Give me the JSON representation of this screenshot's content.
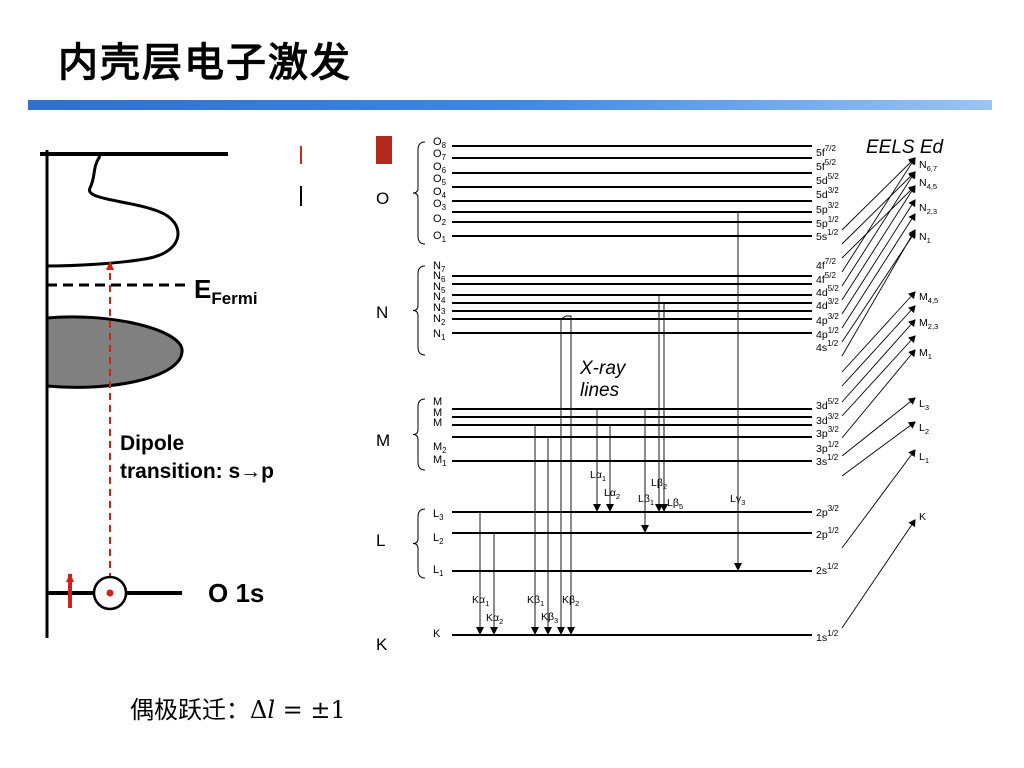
{
  "title": "内壳层电子激发",
  "left_panel": {
    "fermi_label_main": "E",
    "fermi_label_sub": "Fermi",
    "dipole_line1": "Dipole",
    "dipole_line2": "transition: s→p",
    "core_level_label": "O 1s",
    "colors": {
      "dashed_arrow": "#d0221c",
      "filled_band": "#808080",
      "spin_arrow": "#d0221c"
    }
  },
  "right_panel": {
    "xray_line1": "X-ray",
    "xray_line2": "lines",
    "eels_label": "EELS Ed",
    "shells": [
      {
        "name": "O",
        "levels": [
          {
            "sub": "O",
            "idx": "8",
            "orbital": "5f",
            "j": "7/2"
          },
          {
            "sub": "O",
            "idx": "7",
            "orbital": "5f",
            "j": "5/2"
          },
          {
            "sub": "O",
            "idx": "6",
            "orbital": "5d",
            "j": "5/2"
          },
          {
            "sub": "O",
            "idx": "5",
            "orbital": "5d",
            "j": "3/2"
          },
          {
            "sub": "O",
            "idx": "4",
            "orbital": "5p",
            "j": "3/2"
          },
          {
            "sub": "O",
            "idx": "3",
            "orbital": "5p",
            "j": "1/2"
          },
          {
            "sub": "O",
            "idx": "2",
            "orbital": "5s",
            "j": "1/2"
          },
          {
            "sub": "O",
            "idx": "1",
            "orbital": "",
            "j": ""
          }
        ]
      },
      {
        "name": "N",
        "levels": [
          {
            "sub": "N",
            "idx": "7",
            "orbital": "4f",
            "j": "7/2"
          },
          {
            "sub": "N",
            "idx": "6",
            "orbital": "4f",
            "j": "5/2"
          },
          {
            "sub": "N",
            "idx": "5",
            "orbital": "4d",
            "j": "5/2"
          },
          {
            "sub": "N",
            "idx": "4",
            "orbital": "4d",
            "j": "3/2"
          },
          {
            "sub": "N",
            "idx": "3",
            "orbital": "4p",
            "j": "3/2"
          },
          {
            "sub": "N",
            "idx": "2",
            "orbital": "4p",
            "j": "1/2"
          },
          {
            "sub": "N",
            "idx": "1",
            "orbital": "4s",
            "j": "1/2"
          }
        ]
      },
      {
        "name": "M",
        "levels": [
          {
            "sub": "M",
            "idx": "",
            "orbital": "3d",
            "j": "5/2"
          },
          {
            "sub": "M",
            "idx": "",
            "orbital": "3d",
            "j": "3/2"
          },
          {
            "sub": "M",
            "idx": "",
            "orbital": "3p",
            "j": "3/2"
          },
          {
            "sub": "M",
            "idx": "2",
            "orbital": "3p",
            "j": "1/2"
          },
          {
            "sub": "M",
            "idx": "1",
            "orbital": "3s",
            "j": "1/2"
          }
        ]
      },
      {
        "name": "L",
        "levels": [
          {
            "sub": "L",
            "idx": "3",
            "orbital": "2p",
            "j": "3/2"
          },
          {
            "sub": "L",
            "idx": "2",
            "orbital": "2p",
            "j": "1/2"
          },
          {
            "sub": "L",
            "idx": "1",
            "orbital": "2s",
            "j": "1/2"
          }
        ]
      },
      {
        "name": "K",
        "levels": [
          {
            "sub": "K",
            "idx": "",
            "orbital": "1s",
            "j": "1/2"
          }
        ]
      }
    ],
    "xray_lines": [
      {
        "base": "Kα",
        "idx": "1"
      },
      {
        "base": "Kα",
        "idx": "2"
      },
      {
        "base": "Kβ",
        "idx": "1"
      },
      {
        "base": "Kβ",
        "idx": "3"
      },
      {
        "base": "Kβ",
        "idx": "2"
      },
      {
        "base": "Lα",
        "idx": "1"
      },
      {
        "base": "Lα",
        "idx": "2"
      },
      {
        "base": "Lβ",
        "idx": "1"
      },
      {
        "base": "Lβ",
        "idx": "2"
      },
      {
        "base": "Lβ",
        "idx": "5"
      },
      {
        "base": "Lγ",
        "idx": "3"
      }
    ],
    "eels_edges": [
      {
        "base": "N",
        "idx": "6,7"
      },
      {
        "base": "N",
        "idx": "4,5"
      },
      {
        "base": "N",
        "idx": "2,3"
      },
      {
        "base": "N",
        "idx": "1"
      },
      {
        "base": "M",
        "idx": "4,5"
      },
      {
        "base": "M",
        "idx": "2,3"
      },
      {
        "base": "M",
        "idx": "1"
      },
      {
        "base": "L",
        "idx": "3"
      },
      {
        "base": "L",
        "idx": "2"
      },
      {
        "base": "L",
        "idx": "1"
      },
      {
        "base": "K",
        "idx": ""
      }
    ]
  },
  "selection_rule": {
    "prefix": "偶极跃迁：Δ",
    "l": "l",
    "suffix": " = ±1"
  }
}
